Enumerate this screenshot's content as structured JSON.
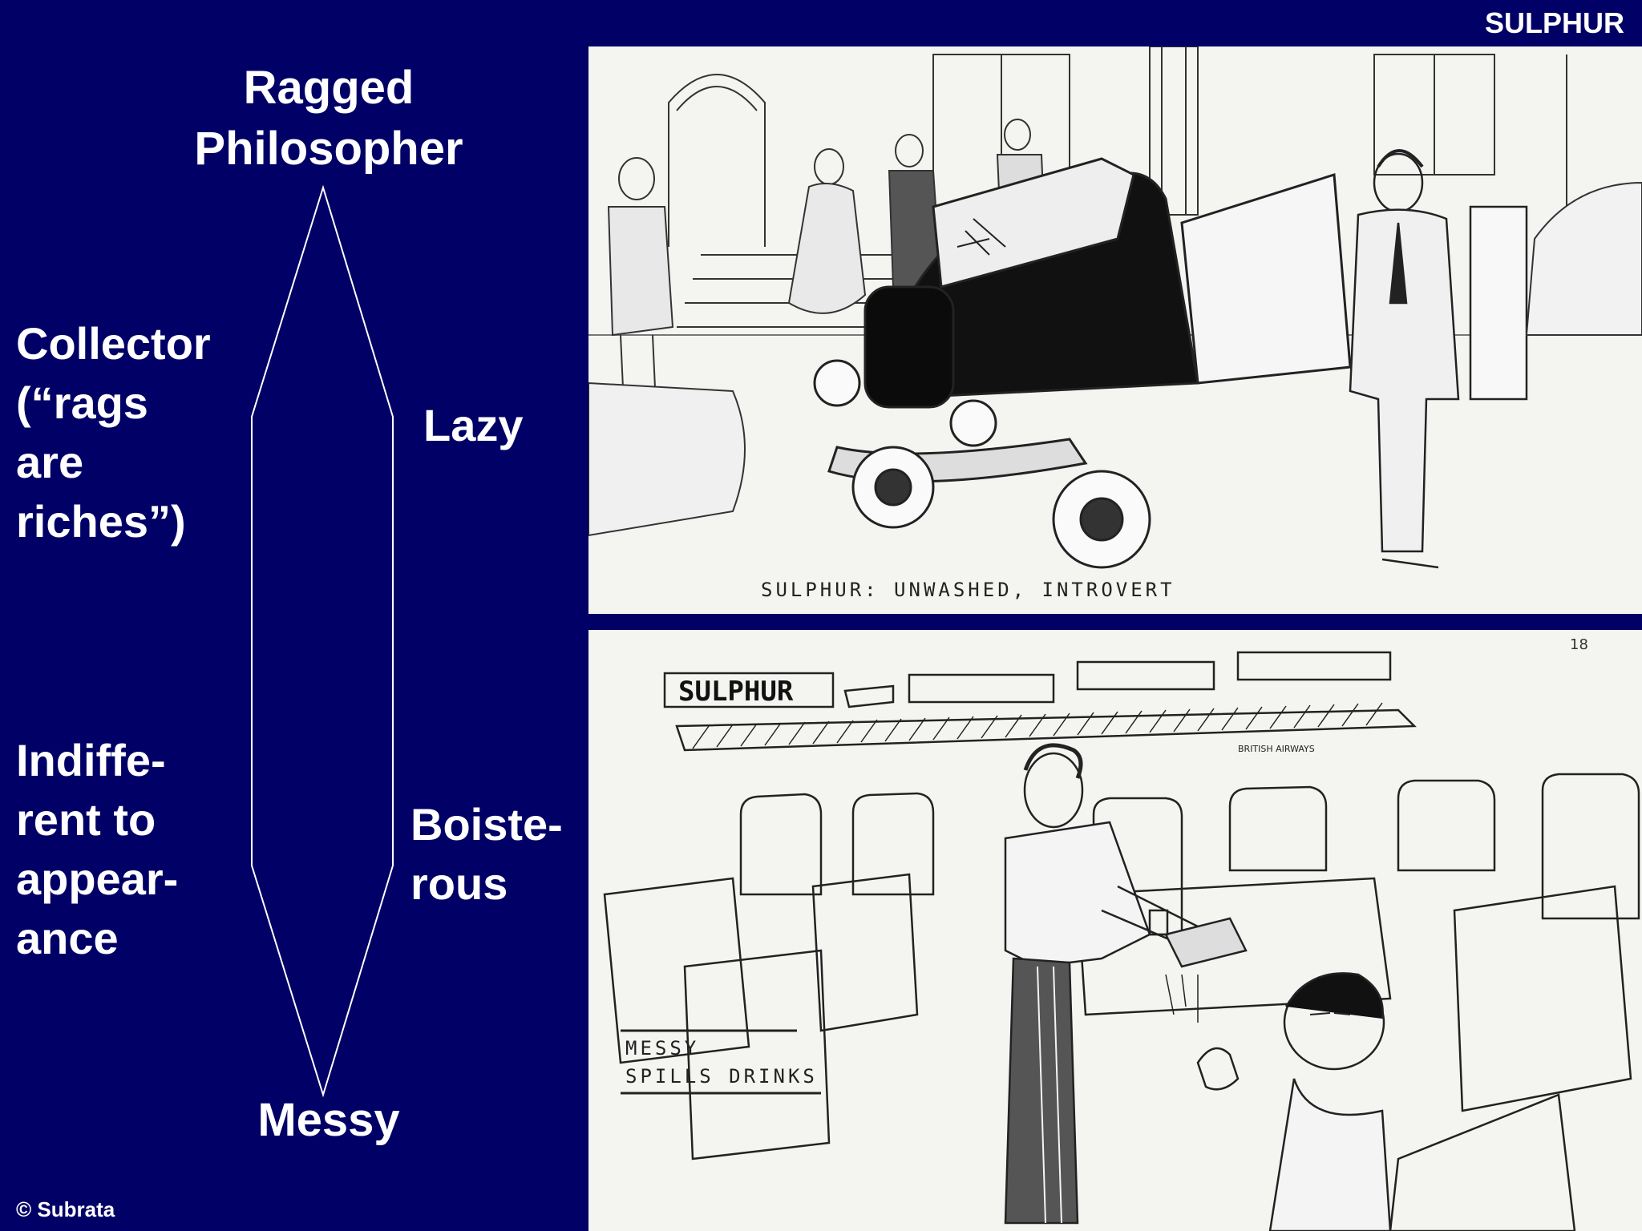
{
  "header": {
    "title": "SULPHUR"
  },
  "diagram": {
    "top": "Ragged\nPhilosopher",
    "bottom": "Messy",
    "left_upper": "Collector\n(“rags\nare\nriches”)",
    "left_lower": "Indiffe-\nrent to\nappear-\nance",
    "right_upper": "Lazy",
    "right_lower": "Boiste-\nrous"
  },
  "illustrations": {
    "top": {
      "caption": "SULPHUR: UNWASHED, INTROVERT"
    },
    "bottom": {
      "sign": "SULPHUR",
      "note_line1": "MESSY",
      "note_line2": "SPILLS DRINKS",
      "airline": "BRITISH AIRWAYS",
      "page_number": "18"
    }
  },
  "footer": {
    "copyright": "© Subrata"
  }
}
